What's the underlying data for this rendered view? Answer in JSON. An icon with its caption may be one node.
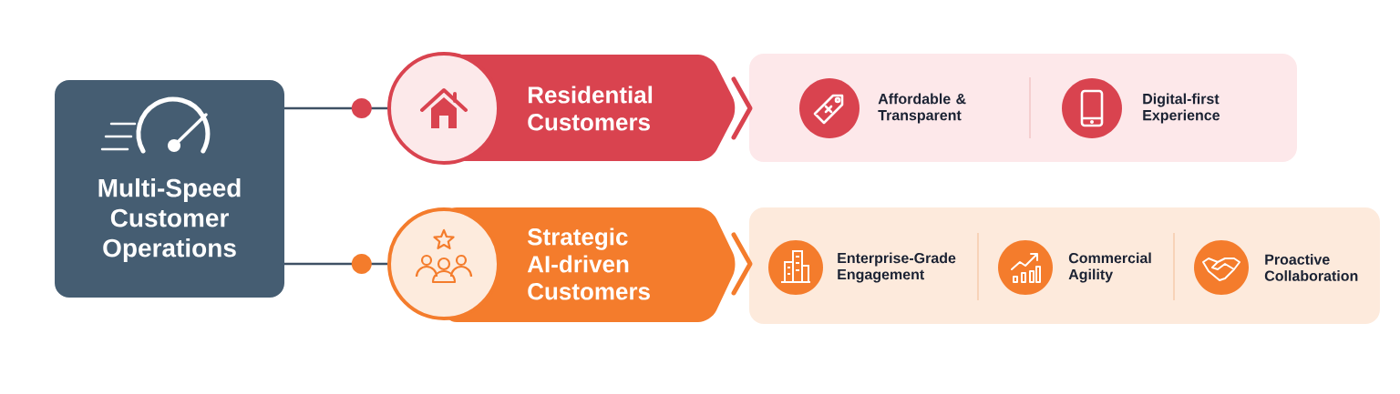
{
  "diagram": {
    "nodes": [
      {
        "text": [
          "Multi-Speed Customer Operations"
        ]
      },
      {
        "text": [
          "Residential Customers"
        ]
      },
      {
        "text": [],
        "shape": "box"
      },
      {
        "text": [
          "Affordable & Transparent"
        ],
        "in": 2
      },
      {
        "text": [
          "Digital-first Experience"
        ],
        "in": 2
      },
      {
        "text": [
          "Strategic AI-driven Customers"
        ]
      },
      {
        "text": [],
        "shape": "box"
      },
      {
        "text": [
          "Enterprise-Grade Engagement"
        ],
        "in": 6
      },
      {
        "text": [
          "Commercial Agility"
        ],
        "in": 6
      },
      {
        "text": [
          "Proactive Collaboration"
        ],
        "in": 6
      }
    ],
    "edges": [
      {
        "from": 0,
        "to": 1,
        "arrow": "none"
      },
      {
        "from": 0,
        "to": 5,
        "arrow": "none"
      },
      {
        "from": 1,
        "to": 2,
        "arrow": "to",
        "style": "thick",
        "color": "#d9434f"
      },
      {
        "from": 5,
        "to": 6,
        "arrow": "to",
        "style": "thick",
        "color": "#f47c2c"
      }
    ]
  }
}
